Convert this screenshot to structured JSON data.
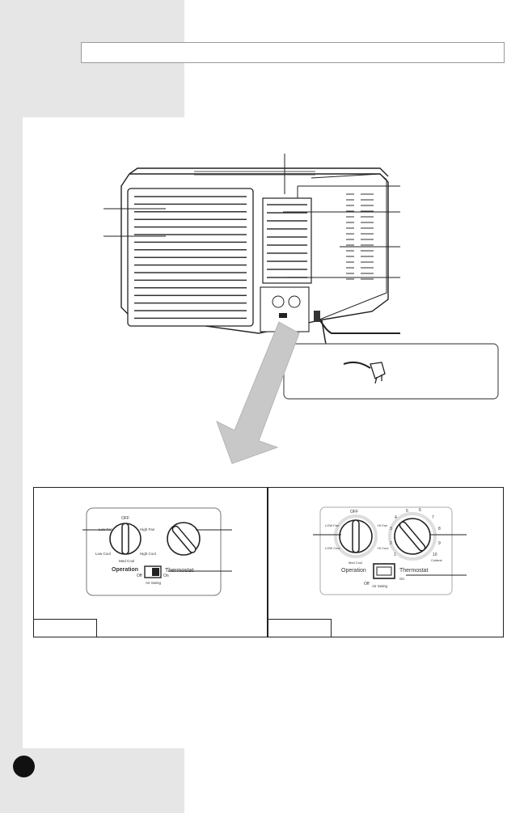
{
  "title_box_text": "",
  "control_left": {
    "dial_operation": {
      "positions": [
        "OFF",
        "Low Fan",
        "Low Cool",
        "Med Cool",
        "High Cool",
        "High Fan"
      ]
    },
    "operation_label": "Operation",
    "thermostat_label": "Thermostat",
    "switch_off": "Off",
    "switch_on": "On",
    "switch_caption": "Air Swing"
  },
  "control_right": {
    "top_label": "OFF",
    "low_fan": "LOW Fan",
    "low_cool": "LOW Cool",
    "med_cool": "Med Cool",
    "high_fan": "HI Fan",
    "high_cool": "HI Cool",
    "operation_label": "Operation",
    "thermostat_label": "Thermostat",
    "thermostat_scale": [
      "1",
      "2",
      "3",
      "4",
      "5",
      "6",
      "7",
      "8",
      "9",
      "10"
    ],
    "coldest": "Coldest",
    "switch_off": "Off",
    "switch_on": "On",
    "switch_caption": "Air Swing"
  },
  "icons": {
    "arrow": "down-left-arrow-icon",
    "plug": "power-plug-icon"
  }
}
